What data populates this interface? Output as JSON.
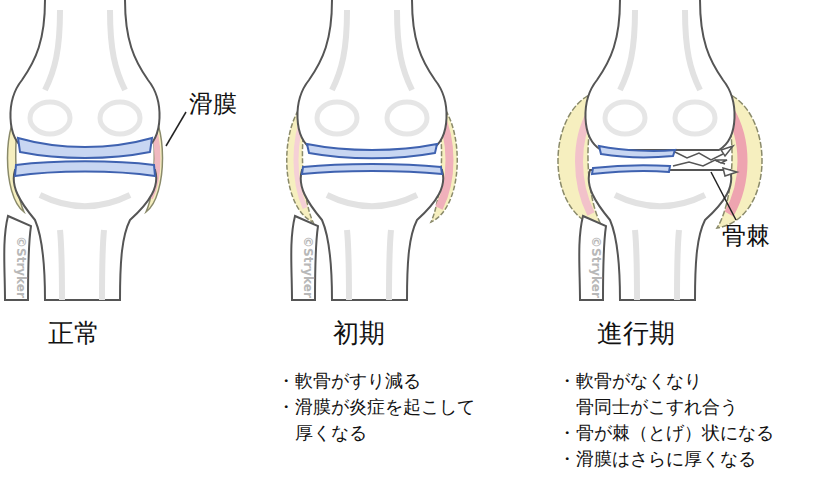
{
  "diagram": {
    "labels": [
      "滑膜",
      "©Stryker",
      "©Stryker",
      "©Stryker",
      "骨棘",
      "正常",
      "初期",
      "進行期",
      "・軟骨がすり減る",
      "・滑膜が炎症を起こして 厚くなる",
      "・軟骨がなくなり 骨同士がこすれ合う",
      "・骨が棘（とげ）状になる",
      "・滑膜はさらに厚くなる"
    ]
  }
}
